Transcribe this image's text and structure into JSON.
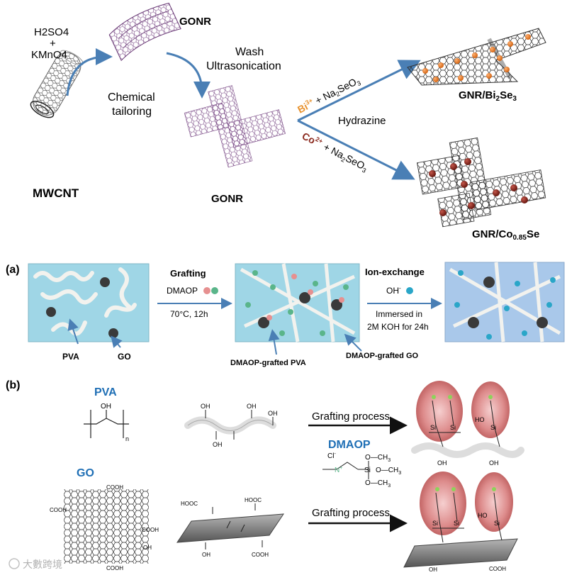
{
  "top": {
    "reagent1_line1": "H2SO4",
    "reagent1_plus": "+",
    "reagent1_line2": "KMnO4",
    "gonr_top": "GONR",
    "wash": "Wash",
    "ultrasonication": "Ultrasonication",
    "chemical": "Chemical",
    "tailoring": "tailoring",
    "mwcnt": "MWCNT",
    "gonr_bottom": "GONR",
    "bi_ion": "Bi",
    "bi_charge": "3+",
    "bi_rest": " + Na",
    "bi_sub": "2",
    "bi_end": "SeO",
    "bi_sub2": "3",
    "hydrazine": "Hydrazine",
    "co_ion": "Co",
    "co_charge": "2+",
    "co_rest": " + Na",
    "co_sub": "2",
    "co_end": "SeO",
    "co_sub2": "3",
    "gnr_bi": "GNR/Bi",
    "gnr_bi_sub": "2",
    "gnr_bi_end": "Se",
    "gnr_bi_sub2": "3",
    "gnr_co": "GNR/Co",
    "gnr_co_sub": "0.85",
    "gnr_co_end": "Se"
  },
  "panel_a": {
    "label": "(a)",
    "grafting": "Grafting",
    "dmaop": "DMAOP",
    "conditions": "70°C, 12h",
    "ion_exchange": "Ion-exchange",
    "oh": "OH",
    "oh_sup": "-",
    "immersed1": "Immersed in",
    "immersed2": "2M KOH for 24h",
    "pva": "PVA",
    "go": "GO",
    "grafted_pva": "DMAOP-grafted PVA",
    "grafted_go": "DMAOP-grafted GO"
  },
  "panel_b": {
    "label": "(b)",
    "pva_title": "PVA",
    "go_title": "GO",
    "oh": "OH",
    "n": "n",
    "grafting1": "Grafting process",
    "grafting2": "Grafting process",
    "dmaop_title": "DMAOP",
    "cl": "Cl",
    "cl_sup": "-",
    "nplus": "N",
    "nplus_sup": "+",
    "si": "Si",
    "och3": "O—CH",
    "och3_sub": "3",
    "cooh": "COOH",
    "hoooc": "HOOC",
    "ho": "HO"
  },
  "watermark": "大數跨境",
  "colors": {
    "arrow_blue": "#4a7fb5",
    "title_blue": "#1f6fb5",
    "bi_orange": "#e8922e",
    "co_red": "#8b2a1f",
    "panel_bg": "#9fd6e6",
    "panel_bg2": "#a9c8ea",
    "fiber": "#f2f2ee",
    "particle": "#3a3a3a",
    "pink_ball": "#d55a5a"
  }
}
